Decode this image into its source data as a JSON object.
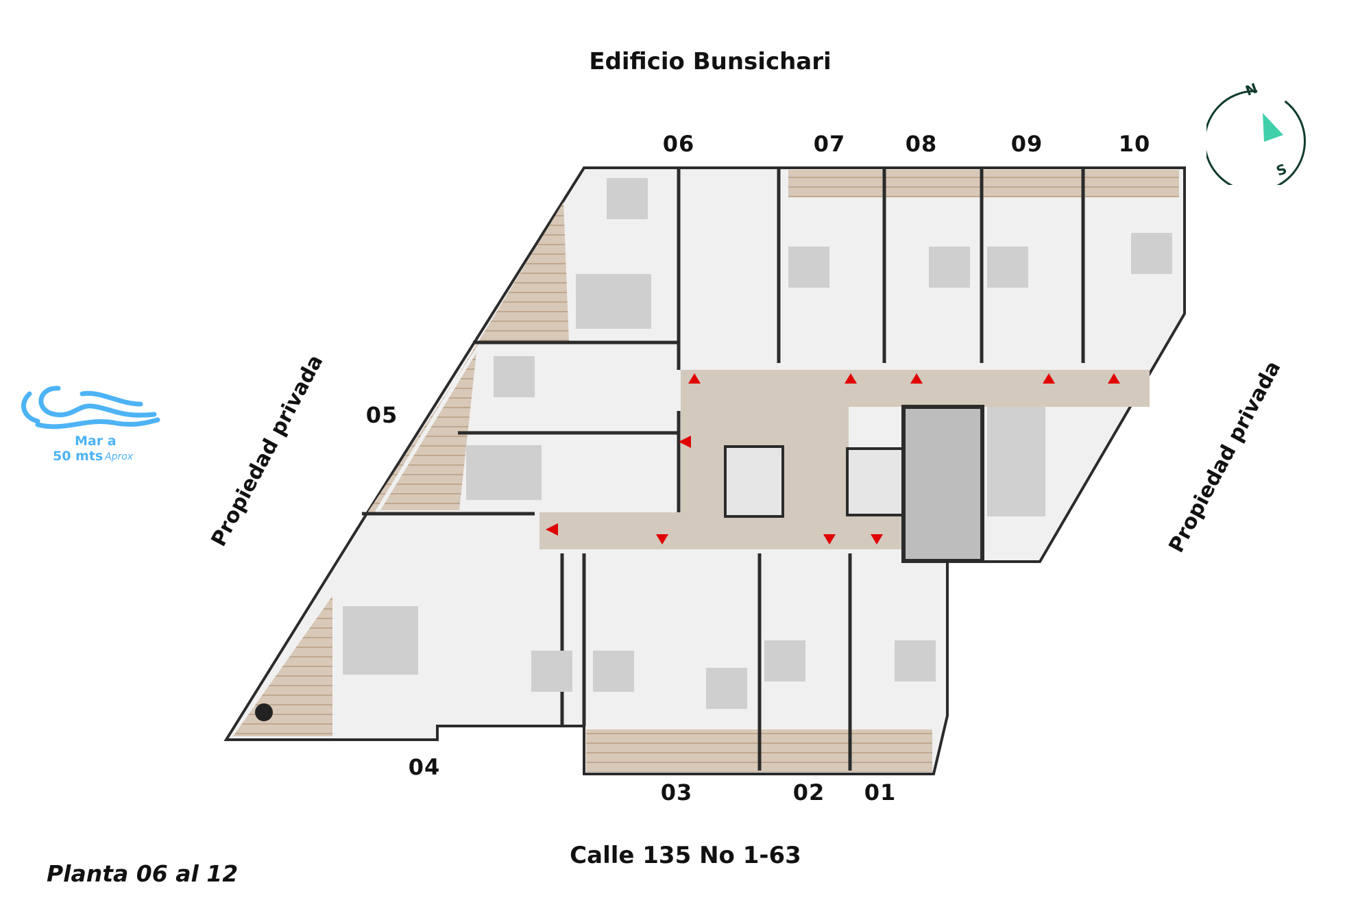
{
  "building_title": "Edificio Bunsichari",
  "street": "Calle 135 No 1-63",
  "floor_label": "Planta 06 al 12",
  "neighbor_left": "Propiedad privada",
  "neighbor_right": "Propiedad privada",
  "sea_note": {
    "line1": "Mar a",
    "line2": "50 mts",
    "approx": "Aprox",
    "icon": "waves-icon",
    "color": "#4db3f5"
  },
  "compass": {
    "north": "N",
    "south": "S",
    "color": "#0f3b2e",
    "arrow_color": "#3fcfaa"
  },
  "units": [
    "01",
    "02",
    "03",
    "04",
    "05",
    "06",
    "07",
    "08",
    "09",
    "10"
  ],
  "colors": {
    "corridor": "#d3c9bd",
    "unit_floor": "#efefef",
    "walls": "#2b2b2b",
    "terrace": "#cbb8a6",
    "entry_markers": "#e00000"
  }
}
